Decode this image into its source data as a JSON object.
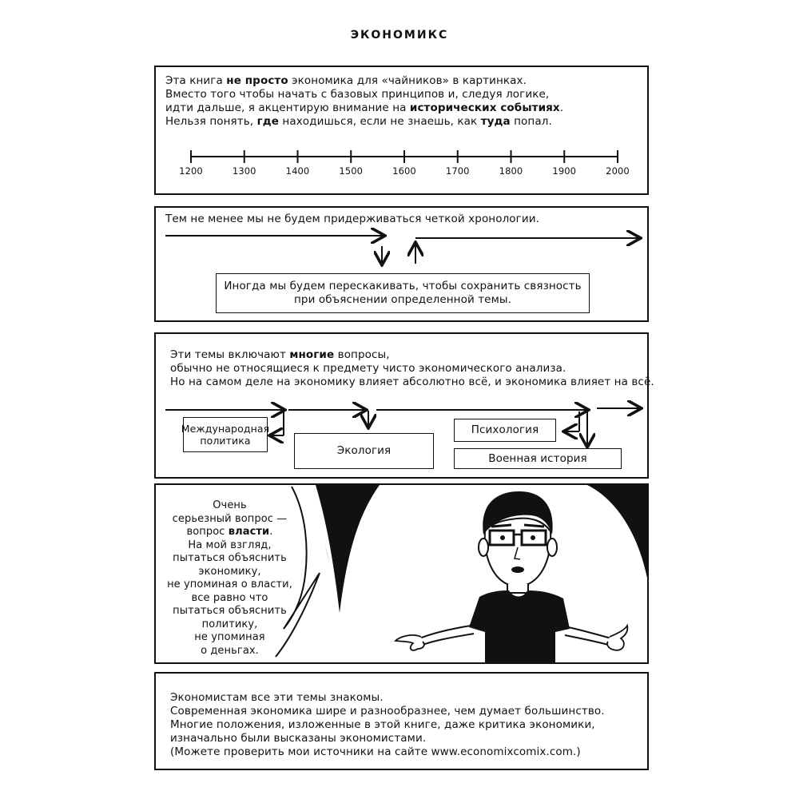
{
  "header": {
    "title": "ЭКОНОМИКС"
  },
  "panel1": {
    "l1a": "Эта книга ",
    "l1b": "не просто",
    "l1c": " экономика для «чайников» в картинках.",
    "l2": "Вместо того чтобы начать с базовых принципов и, следуя логике,",
    "l3a": "идти дальше, я акцентирую внимание на ",
    "l3b": "исторических событиях",
    "l3c": ".",
    "l4a": "Нельзя понять, ",
    "l4b": "где",
    "l4c": " находишься, если не знаешь, как ",
    "l4d": "туда",
    "l4e": " попал.",
    "ticks": [
      "1200",
      "1300",
      "1400",
      "1500",
      "1600",
      "1700",
      "1800",
      "1900",
      "2000"
    ]
  },
  "panel2": {
    "line1": "Тем не менее мы не будем придерживаться четкой хронологии.",
    "box_l1": "Иногда мы будем перескакивать, чтобы сохранить связность",
    "box_l2": "при объяснении определенной темы."
  },
  "panel3": {
    "l1a": "Эти темы включают ",
    "l1b": "многие",
    "l1c": " вопросы,",
    "l2": "обычно не относящиеся к предмету чисто экономического анализа.",
    "l3": "Но на самом деле на экономику влияет абсолютно всё, и экономика влияет на всё.",
    "topic1_l1": "Международная",
    "topic1_l2": "политика",
    "topic2": "Экология",
    "topic3": "Психология",
    "topic4": "Военная история"
  },
  "panel4": {
    "s1": "Очень",
    "s2": "серьезный вопрос —",
    "s3a": "вопрос ",
    "s3b": "власти",
    "s3c": ".",
    "s4": "На мой взгляд,",
    "s5": "пытаться объяснить",
    "s6": "экономику,",
    "s7": "не упоминая о власти,",
    "s8": "все равно что",
    "s9": "пытаться объяснить",
    "s10": "политику,",
    "s11": "не упоминая",
    "s12": "о деньгах."
  },
  "panel5": {
    "l1": "Экономистам все эти темы знакомы.",
    "l2": "Современная экономика шире и разнообразнее, чем думает большинство.",
    "l3": "Многие положения, изложенные в этой книге, даже критика экономики,",
    "l4": "изначально были высказаны экономистами.",
    "l5": "(Можете проверить мои источники на сайте www.economixcomix.com.)"
  }
}
